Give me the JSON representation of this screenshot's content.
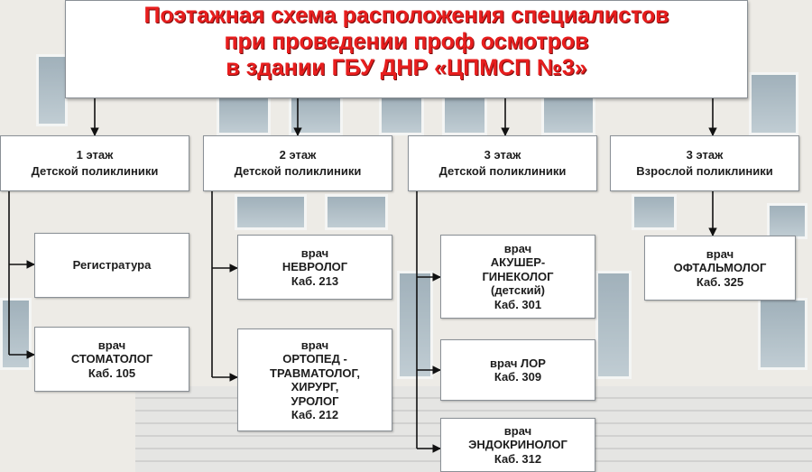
{
  "title_lines": [
    "Поэтажная схема расположения специалистов",
    "при проведении проф осмотров",
    "в здании ГБУ ДНР «ЦПМСП №3»"
  ],
  "floors": [
    {
      "line1": "1 этаж",
      "line2": "Детской поликлиники"
    },
    {
      "line1": "2 этаж",
      "line2": "Детской поликлиники"
    },
    {
      "line1": "3 этаж",
      "line2": "Детской поликлиники"
    },
    {
      "line1": "3 этаж",
      "line2": "Взрослой поликлиники"
    }
  ],
  "specialists": [
    {
      "lines": [
        "Регистратура"
      ]
    },
    {
      "lines": [
        "врач",
        "СТОМАТОЛОГ",
        "Каб. 105"
      ]
    },
    {
      "lines": [
        "врач",
        "НЕВРОЛОГ",
        "Каб. 213"
      ]
    },
    {
      "lines": [
        "врач",
        "ОРТОПЕД -",
        "ТРАВМАТОЛОГ,",
        "ХИРУРГ,",
        "УРОЛОГ",
        "Каб. 212"
      ]
    },
    {
      "lines": [
        "врач",
        "АКУШЕР-",
        "ГИНЕКОЛОГ",
        "(детский)",
        "Каб. 301"
      ]
    },
    {
      "lines": [
        "врач ЛОР",
        "Каб. 309"
      ]
    },
    {
      "lines": [
        "врач",
        "ЭНДОКРИНОЛОГ",
        "Каб. 312"
      ]
    },
    {
      "lines": [
        "врач",
        "ОФТАЛЬМОЛОГ",
        "Каб. 325"
      ]
    }
  ]
}
